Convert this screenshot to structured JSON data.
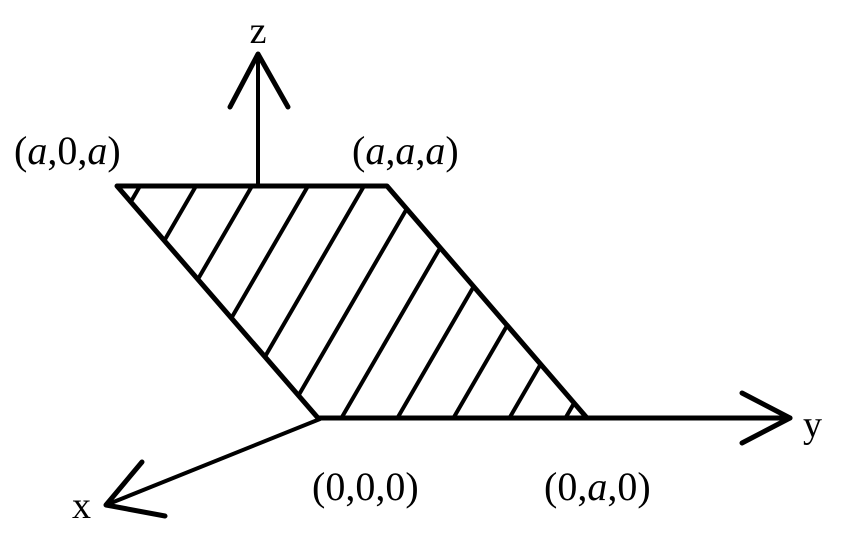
{
  "axes": {
    "z_label": "z",
    "y_label": "y",
    "x_label": "x"
  },
  "points": {
    "a0a": "(a,0,a)",
    "aaa": "(a,a,a)",
    "origin": "(0,0,0)",
    "0a0": "(0,a,0)"
  },
  "style": {
    "stroke_color": "#000000",
    "background": "#ffffff"
  }
}
